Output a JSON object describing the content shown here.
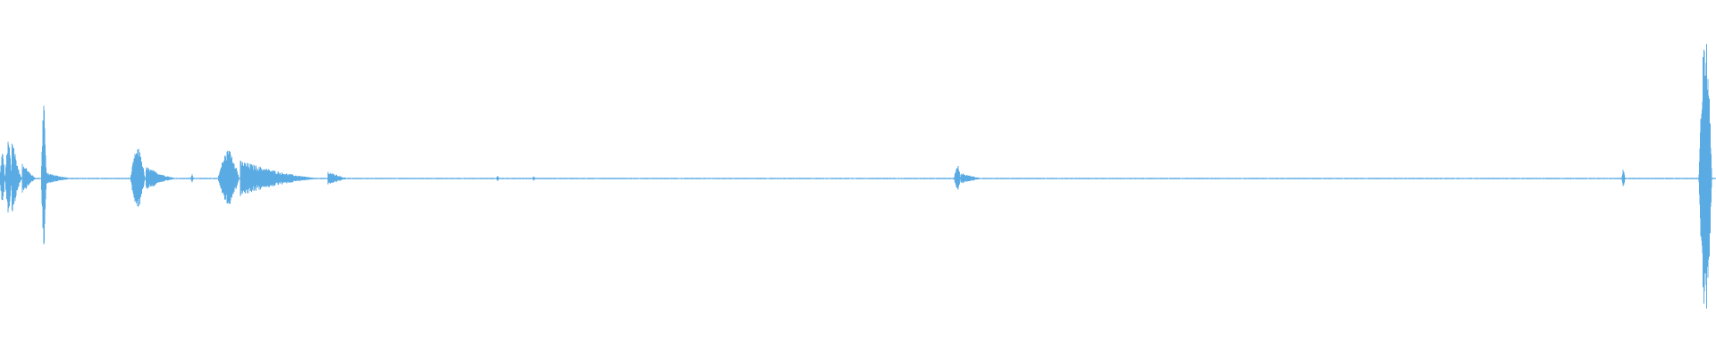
{
  "waveform": {
    "color": "#5aabe3",
    "background": "#ffffff",
    "duration": 1.0,
    "baseline_amplitude": 0.005,
    "segments": [
      {
        "start": 0.0,
        "end": 0.003,
        "peak": 0.18,
        "shape": "burst"
      },
      {
        "start": 0.003,
        "end": 0.007,
        "peak": 0.25,
        "shape": "burst"
      },
      {
        "start": 0.007,
        "end": 0.013,
        "peak": 0.32,
        "shape": "decay"
      },
      {
        "start": 0.013,
        "end": 0.022,
        "peak": 0.12,
        "shape": "decay"
      },
      {
        "start": 0.024,
        "end": 0.027,
        "peak": 0.64,
        "shape": "spike"
      },
      {
        "start": 0.027,
        "end": 0.045,
        "peak": 0.04,
        "shape": "decay"
      },
      {
        "start": 0.076,
        "end": 0.085,
        "peak": 0.2,
        "shape": "burst"
      },
      {
        "start": 0.085,
        "end": 0.105,
        "peak": 0.08,
        "shape": "decay"
      },
      {
        "start": 0.111,
        "end": 0.113,
        "peak": 0.03,
        "shape": "spike"
      },
      {
        "start": 0.127,
        "end": 0.14,
        "peak": 0.19,
        "shape": "burst"
      },
      {
        "start": 0.14,
        "end": 0.19,
        "peak": 0.12,
        "shape": "decay"
      },
      {
        "start": 0.191,
        "end": 0.205,
        "peak": 0.05,
        "shape": "decay"
      },
      {
        "start": 0.289,
        "end": 0.291,
        "peak": 0.02,
        "shape": "spike"
      },
      {
        "start": 0.31,
        "end": 0.312,
        "peak": 0.02,
        "shape": "spike"
      },
      {
        "start": 0.556,
        "end": 0.56,
        "peak": 0.09,
        "shape": "burst"
      },
      {
        "start": 0.56,
        "end": 0.575,
        "peak": 0.04,
        "shape": "decay"
      },
      {
        "start": 0.945,
        "end": 0.947,
        "peak": 0.07,
        "shape": "spike"
      },
      {
        "start": 0.99,
        "end": 0.998,
        "peak": 0.95,
        "shape": "burst"
      }
    ]
  }
}
